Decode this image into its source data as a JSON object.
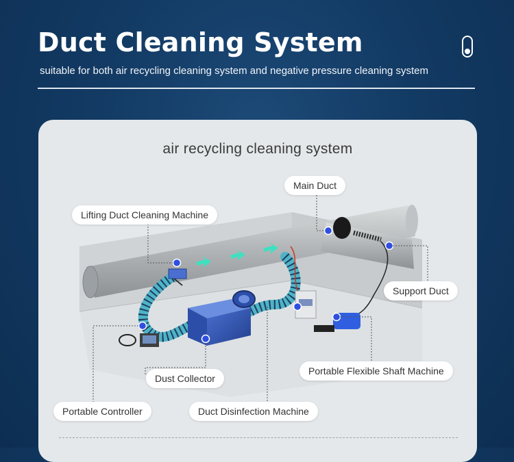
{
  "header": {
    "title": "Duct Cleaning System",
    "subtitle": "suitable for both air recycling cleaning system and negative pressure cleaning system"
  },
  "diagram": {
    "title": "air recycling cleaning system",
    "labels": {
      "main_duct": "Main Duct",
      "lifting_machine": "Lifting Duct Cleaning Machine",
      "support_duct": "Support Duct",
      "dust_collector": "Dust Collector",
      "flexible_shaft": "Portable Flexible Shaft Machine",
      "portable_controller": "Portable Controller",
      "disinfection": "Duct Disinfection Machine"
    }
  },
  "colors": {
    "background": "#123a63",
    "panel": "#e4e8ea",
    "marker": "#2f4fe0",
    "hose": "#4fb3c8",
    "arrow": "#3fe0c0"
  }
}
